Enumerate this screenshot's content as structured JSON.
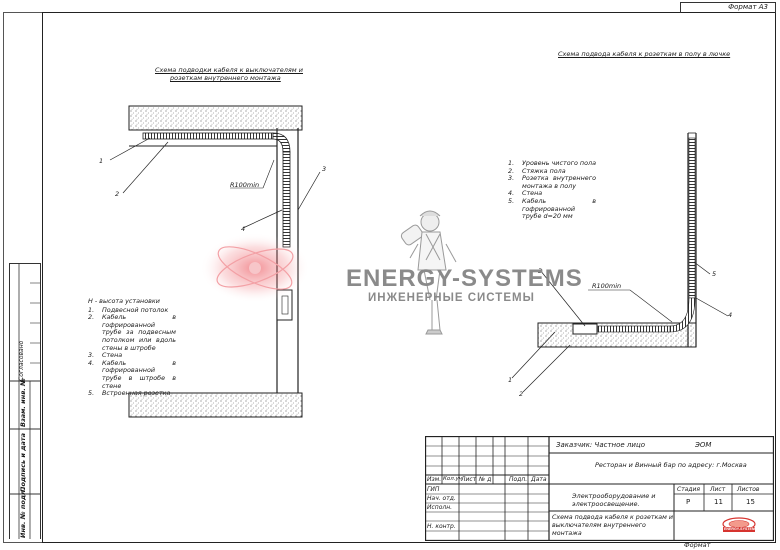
{
  "format_top": "Формат А3",
  "format_bottom": "Формат",
  "left_drawing": {
    "title_line1": "Схема подводки кабеля к выключателям и",
    "title_line2": "розеткам внутреннего монтажа",
    "callouts": [
      "1",
      "2",
      "3",
      "4"
    ],
    "radius_label": "R100min",
    "legend_header": "Н - высота установки",
    "legend": [
      {
        "n": "1.",
        "text": "Подвесной потолок"
      },
      {
        "n": "2.",
        "text": "Кабель в гофрированной трубе за подвесным потолком или вдоль стены в штробе"
      },
      {
        "n": "3.",
        "text": "Стена"
      },
      {
        "n": "4.",
        "text": "Кабель в гофрированной трубе в штробе в стене"
      },
      {
        "n": "5.",
        "text": "Встроенная розетка"
      }
    ]
  },
  "right_drawing": {
    "title": "Схема подвода кабеля к розеткам в полу в лючке",
    "callouts": [
      "1",
      "2",
      "3",
      "4",
      "5"
    ],
    "radius_label": "R100min",
    "legend": [
      {
        "n": "1.",
        "text": "Уровень чистого пола"
      },
      {
        "n": "2.",
        "text": "Стяжка пола"
      },
      {
        "n": "3.",
        "text": "Розетка внутреннего монтажа в полу"
      },
      {
        "n": "4.",
        "text": "Стена"
      },
      {
        "n": "5.",
        "text": "Кабель в гофрированной трубе d=20 мм"
      }
    ]
  },
  "watermark": {
    "line1": "ENERGY-SYSTEMS",
    "line2": "ИНЖЕНЕРНЫЕ СИСТЕМЫ"
  },
  "side_stamp": {
    "agreed": "Согласовано",
    "inv_no_orig": "Инв. № подл.",
    "sign_date": "Подпись и дата",
    "replace_inv": "Взам. инв. №"
  },
  "title_block": {
    "customer": "Заказчик: Частное лицо",
    "code": "ЭОМ",
    "object": "Ресторан и Винный бар по адресу: г.Москва",
    "columns": [
      "Изм.",
      "Кол.уч",
      "Лист",
      "№ д",
      "Подп.",
      "Дата"
    ],
    "roles": [
      "ГИП",
      "Нач. отд.",
      "Исполн.",
      "",
      "Н. контр."
    ],
    "section_line1": "Электрооборудование и",
    "section_line2": "электроосвещение.",
    "stage_label": "Стадия",
    "sheet_label": "Лист",
    "sheets_label": "Листов",
    "stage": "Р",
    "sheet": "11",
    "sheets": "15",
    "sheet_title_line1": "Схема подвода кабеля к розеткам и",
    "sheet_title_line2": "выключателям внутреннего",
    "sheet_title_line3": "монтажа",
    "logo_text": "ENERGY-SYSTEMS"
  },
  "colors": {
    "line": "#222222",
    "hatch": "#9a9a9a",
    "watermark": "#8a8a8a",
    "glow": "#e8323c"
  }
}
